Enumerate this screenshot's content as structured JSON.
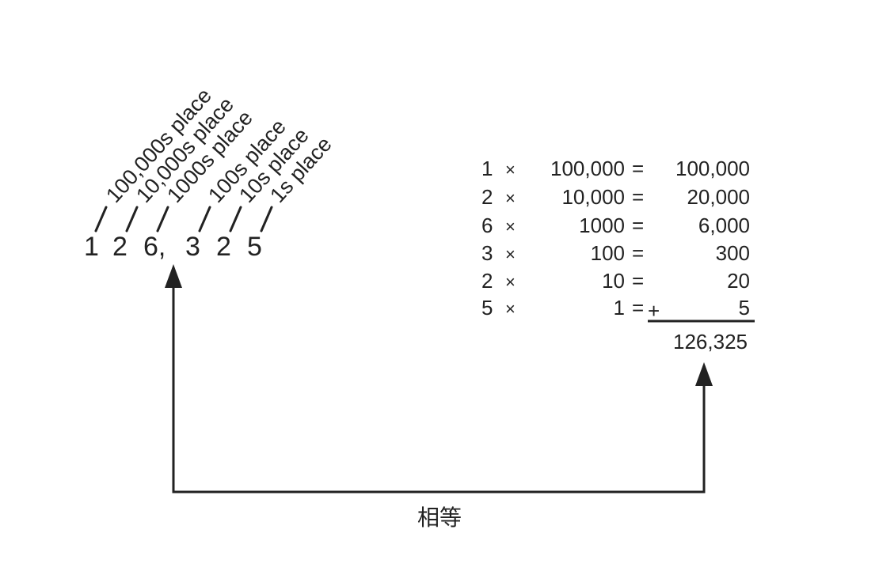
{
  "number_digits": [
    "1",
    "2",
    "6,",
    "3",
    "2",
    "5"
  ],
  "place_labels": [
    "100,000s place",
    "10,000s place",
    "1000s place",
    "100s place",
    "10s place",
    "1s place"
  ],
  "expansion": {
    "rows": [
      {
        "digit": "1",
        "times": "×",
        "place": "100,000",
        "equals": "=",
        "plus": "",
        "product": "100,000"
      },
      {
        "digit": "2",
        "times": "×",
        "place": "10,000",
        "equals": "=",
        "plus": "",
        "product": "20,000"
      },
      {
        "digit": "6",
        "times": "×",
        "place": "1000",
        "equals": "=",
        "plus": "",
        "product": "6,000"
      },
      {
        "digit": "3",
        "times": "×",
        "place": "100",
        "equals": "=",
        "plus": "",
        "product": "300"
      },
      {
        "digit": "2",
        "times": "×",
        "place": "10",
        "equals": "=",
        "plus": "",
        "product": "20"
      },
      {
        "digit": "5",
        "times": "×",
        "place": "1",
        "equals": "=",
        "plus": "+",
        "product": "5"
      }
    ],
    "total": "126,325"
  },
  "connector_label": "相等"
}
